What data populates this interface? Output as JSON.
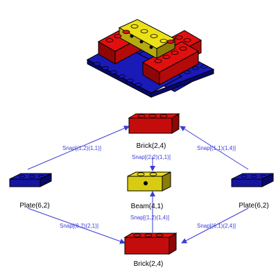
{
  "colors": {
    "edge": "#3b3bd6",
    "brick_red": "#e01010",
    "brick_red_dark": "#8e0606",
    "beam_yellow": "#ece018",
    "beam_yellow_dark": "#8a7e08",
    "plate_blue": "#1a1ab8",
    "plate_blue_dark": "#08086a"
  },
  "nodes": {
    "brick_top": {
      "label": "Brick(2,4)",
      "color": "red"
    },
    "plate_left": {
      "label": "Plate(6,2)",
      "color": "blue"
    },
    "beam_center": {
      "label": "Beam(4,1)",
      "color": "yellow"
    },
    "plate_right": {
      "label": "Plate(6,2)",
      "color": "blue"
    },
    "brick_bottom": {
      "label": "Brick(2,4)",
      "color": "red"
    }
  },
  "edges": {
    "top_left": "Snap[(1,2)(1,1)]",
    "top_right": "Snap[(1,1)(1,4)]",
    "top_beam": "Snap[(2,2)(1,1)]",
    "bottom_beam": "Snap[(1,2)(1,4)]",
    "bottom_left": "Snap[(6,2)(2,1)]",
    "bottom_right": "Snap[(6,1)(2,4)]"
  }
}
